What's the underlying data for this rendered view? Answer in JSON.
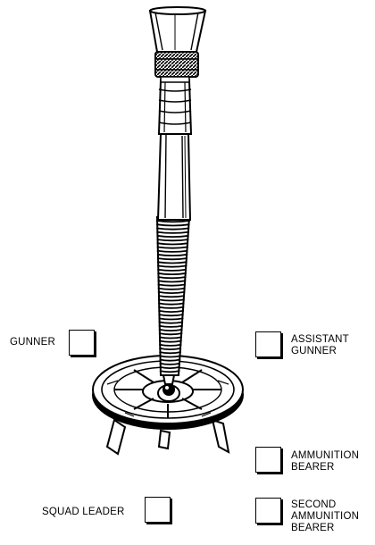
{
  "figure": {
    "subject": "mortar",
    "ink_color": "#000000",
    "paper_color": "#ffffff"
  },
  "positions": [
    {
      "id": "gunner",
      "lines": [
        "GUNNER"
      ]
    },
    {
      "id": "assistant_gunner",
      "lines": [
        "ASSISTANT",
        "GUNNER"
      ]
    },
    {
      "id": "ammunition_bearer",
      "lines": [
        "AMMUNITION",
        "BEARER"
      ]
    },
    {
      "id": "squad_leader",
      "lines": [
        "SQUAD LEADER"
      ]
    },
    {
      "id": "second_ammunition_bearer",
      "lines": [
        "SECOND",
        "AMMUNITION",
        "BEARER"
      ]
    }
  ]
}
